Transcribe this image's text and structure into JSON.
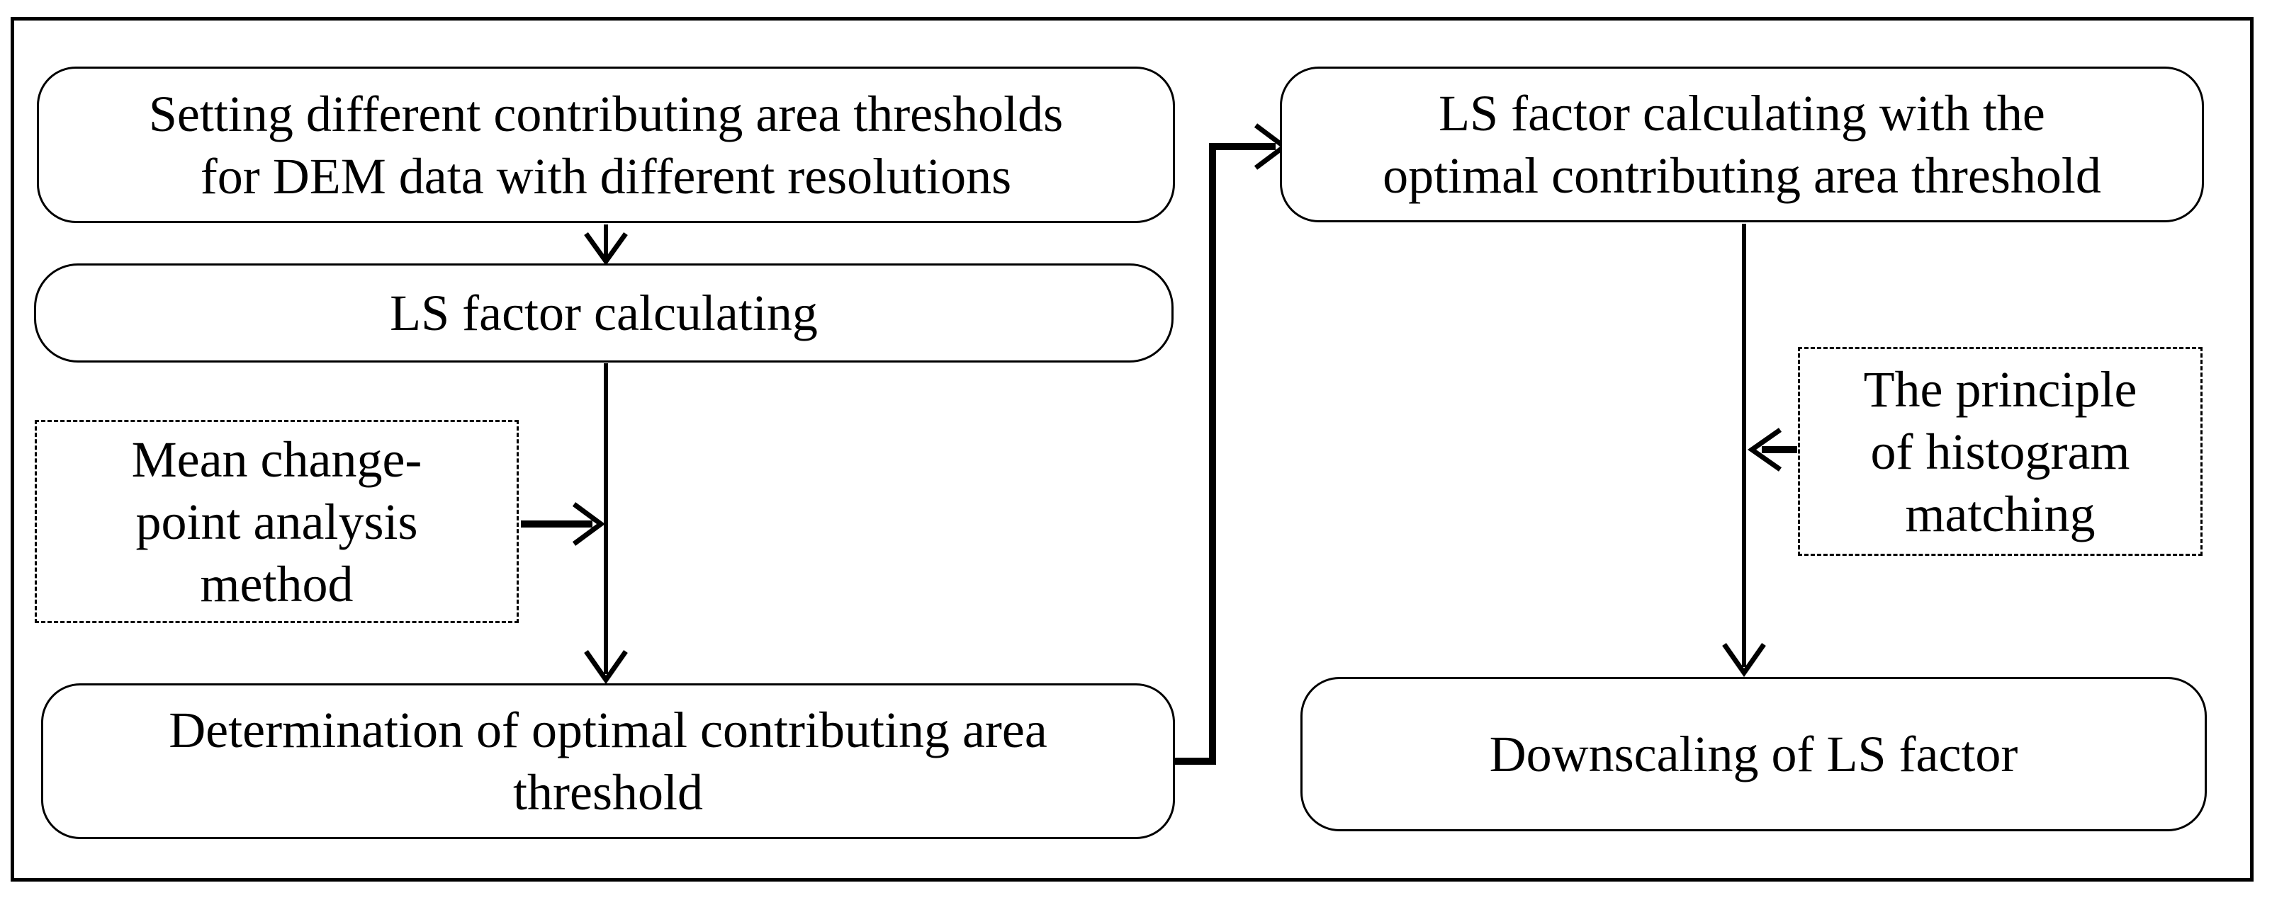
{
  "colors": {
    "ink": "#000000",
    "paper": "#ffffff"
  },
  "nodes": {
    "set_thresholds": {
      "label": [
        "Setting different contributing area thresholds",
        "for DEM data with different resolutions"
      ]
    },
    "ls_factor_calculating": {
      "label": [
        "LS factor calculating"
      ]
    },
    "mean_change_point": {
      "label": [
        "Mean change-",
        "point analysis",
        "method"
      ]
    },
    "optimal_threshold": {
      "label": [
        "Determination of optimal contributing area",
        "threshold"
      ]
    },
    "ls_factor_optimal": {
      "label": [
        "LS factor calculating with the",
        "optimal contributing area threshold"
      ]
    },
    "histogram_matching": {
      "label": [
        "The principle",
        "of histogram",
        "matching"
      ]
    },
    "downscaling": {
      "label": [
        "Downscaling of LS factor"
      ]
    }
  }
}
